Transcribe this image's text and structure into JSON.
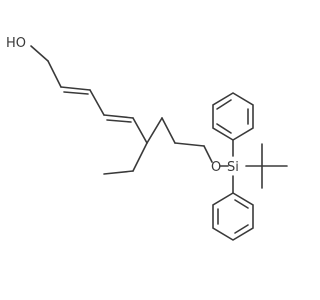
{
  "molecule": {
    "atom_labels": {
      "hydroxyl": "HO",
      "ether_oxygen": "O",
      "silicon": "Si"
    }
  },
  "colors": {
    "bond": "#3a3a3a",
    "label": "#3a3a3a",
    "background": "#ffffff"
  }
}
